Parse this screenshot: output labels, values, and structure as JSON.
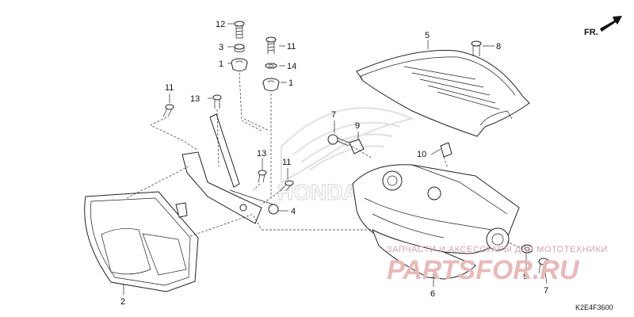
{
  "orientation": {
    "label": "FR."
  },
  "diagram_code": "K2E4F3600",
  "watermark": {
    "text": "ЗАПЧАСТИ И АКСЕССУАРЫ ДЛЯ МОТОТЕХНИКИ",
    "brand": "PARTSFOR.RU",
    "logo_text": "HONDA"
  },
  "callouts": {
    "c12": "12",
    "c3": "3",
    "c1a": "1",
    "c11a": "11",
    "c14": "14",
    "c1b": "1",
    "c5": "5",
    "c8": "8",
    "c11b": "11",
    "c13a": "13",
    "c7a": "7",
    "c9a": "9",
    "c10": "10",
    "c13b": "13",
    "c11c": "11",
    "c4": "4",
    "c2": "2",
    "c6": "6",
    "c9b": "9",
    "c7b": "7"
  },
  "colors": {
    "line": "#222222",
    "watermark": "#e9b9b9"
  }
}
